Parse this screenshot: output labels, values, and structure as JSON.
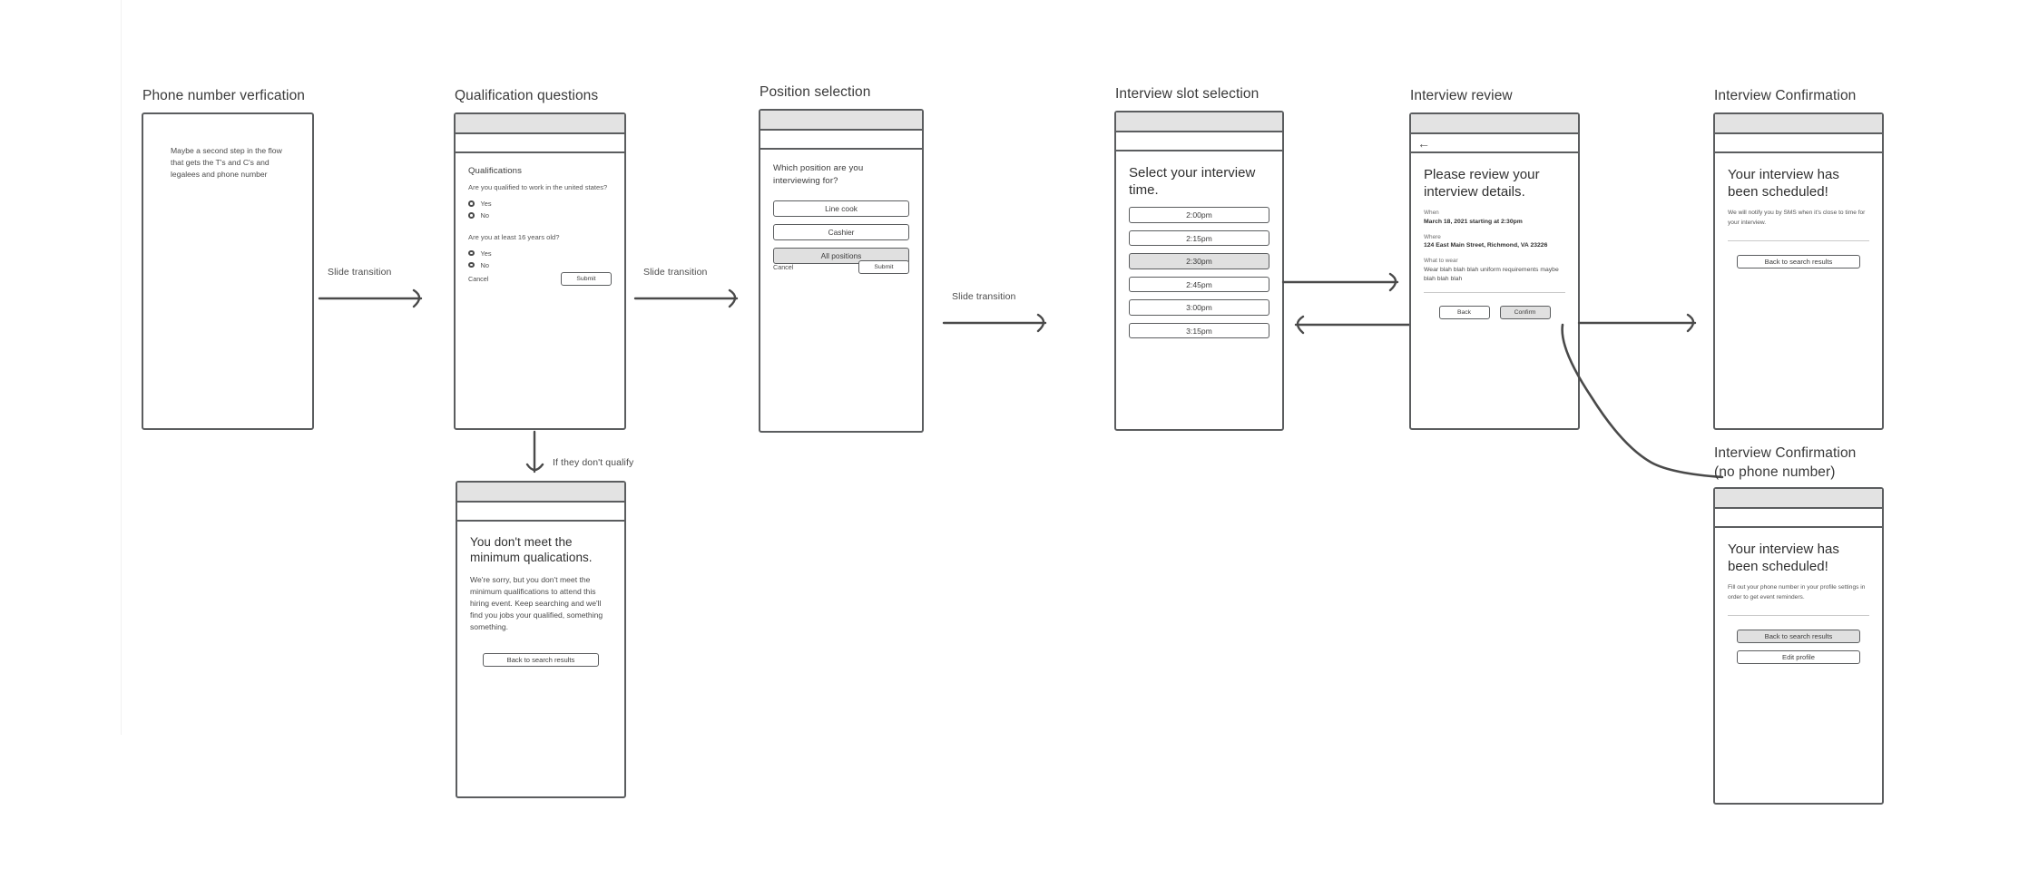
{
  "screens": {
    "phone_verification": {
      "title": "Phone number verfication",
      "note": "Maybe a second step in the flow that gets the T's and C's and legalees and phone number"
    },
    "qualification": {
      "title": "Qualification questions",
      "heading": "Qualifications",
      "question_1": "Are you qualified to work in the united states?",
      "question_2": "Are you at least 16 years old?",
      "options": [
        "Yes",
        "No"
      ],
      "cancel_label": "Cancel",
      "submit_label": "Submit"
    },
    "position_selection": {
      "title": "Position selection",
      "heading": "Which position are you interviewing for?",
      "positions": [
        {
          "label": "Line cook",
          "selected": false
        },
        {
          "label": "Cashier",
          "selected": false
        },
        {
          "label": "All positions",
          "selected": true
        }
      ],
      "cancel_label": "Cancel",
      "submit_label": "Submit"
    },
    "not_qualified": {
      "heading": "You don't meet the minimum qualications.",
      "body": "We're sorry, but you don't meet the minimum qualifications to attend this hiring event. Keep searching and we'll find you jobs your qualified, something something.",
      "back_label": "Back to search results"
    },
    "slot_selection": {
      "title": "Interview slot selection",
      "heading": "Select your interview time.",
      "slots": [
        {
          "label": "2:00pm",
          "selected": false
        },
        {
          "label": "2:15pm",
          "selected": false
        },
        {
          "label": "2:30pm",
          "selected": true
        },
        {
          "label": "2:45pm",
          "selected": false
        },
        {
          "label": "3:00pm",
          "selected": false
        },
        {
          "label": "3:15pm",
          "selected": false
        }
      ]
    },
    "review": {
      "title": "Interview review",
      "back_icon": "back-arrow-icon",
      "heading": "Please review your interview details.",
      "when_label": "When",
      "when_value": "March 18, 2021 starting at 2:30pm",
      "where_label": "Where",
      "where_value": "124 East Main Street, Richmond, VA 23226",
      "wear_label": "What to wear",
      "wear_value": "Wear blah blah blah uniform requirements maybe blah blah blah",
      "back_label": "Back",
      "confirm_label": "Confirm"
    },
    "confirmation": {
      "title": "Interview Confirmation",
      "heading": "Your interview has been scheduled!",
      "body": "We will notify you by SMS when it's close to time for your interview.",
      "back_label": "Back to search results"
    },
    "confirmation_no_phone": {
      "title": "Interview Confirmation\n(no phone number)",
      "heading": "Your interview has been scheduled!",
      "body": "Fill out your phone number in your profile settings in order to get event reminders.",
      "back_label": "Back to search results",
      "edit_label": "Edit profile"
    }
  },
  "connectors": {
    "slide_1": "Slide transition",
    "slide_2": "Slide transition",
    "slide_3": "Slide transition",
    "dont_qualify": "If they don't qualify"
  },
  "colors": {
    "stroke": "#5b5d5f",
    "fill_selected": "#e0e0e0",
    "statusbar": "#e3e3e3",
    "text": "#3a3a3a"
  }
}
